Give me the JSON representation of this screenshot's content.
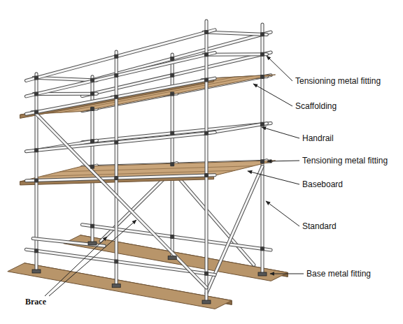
{
  "diagram": {
    "labels": [
      "Tensioning metal fitting",
      "Scaffolding",
      "Handrail",
      "Tensioning metal fitting",
      "Baseboard",
      "Standard",
      "Base metal fitting",
      "Brace"
    ]
  }
}
